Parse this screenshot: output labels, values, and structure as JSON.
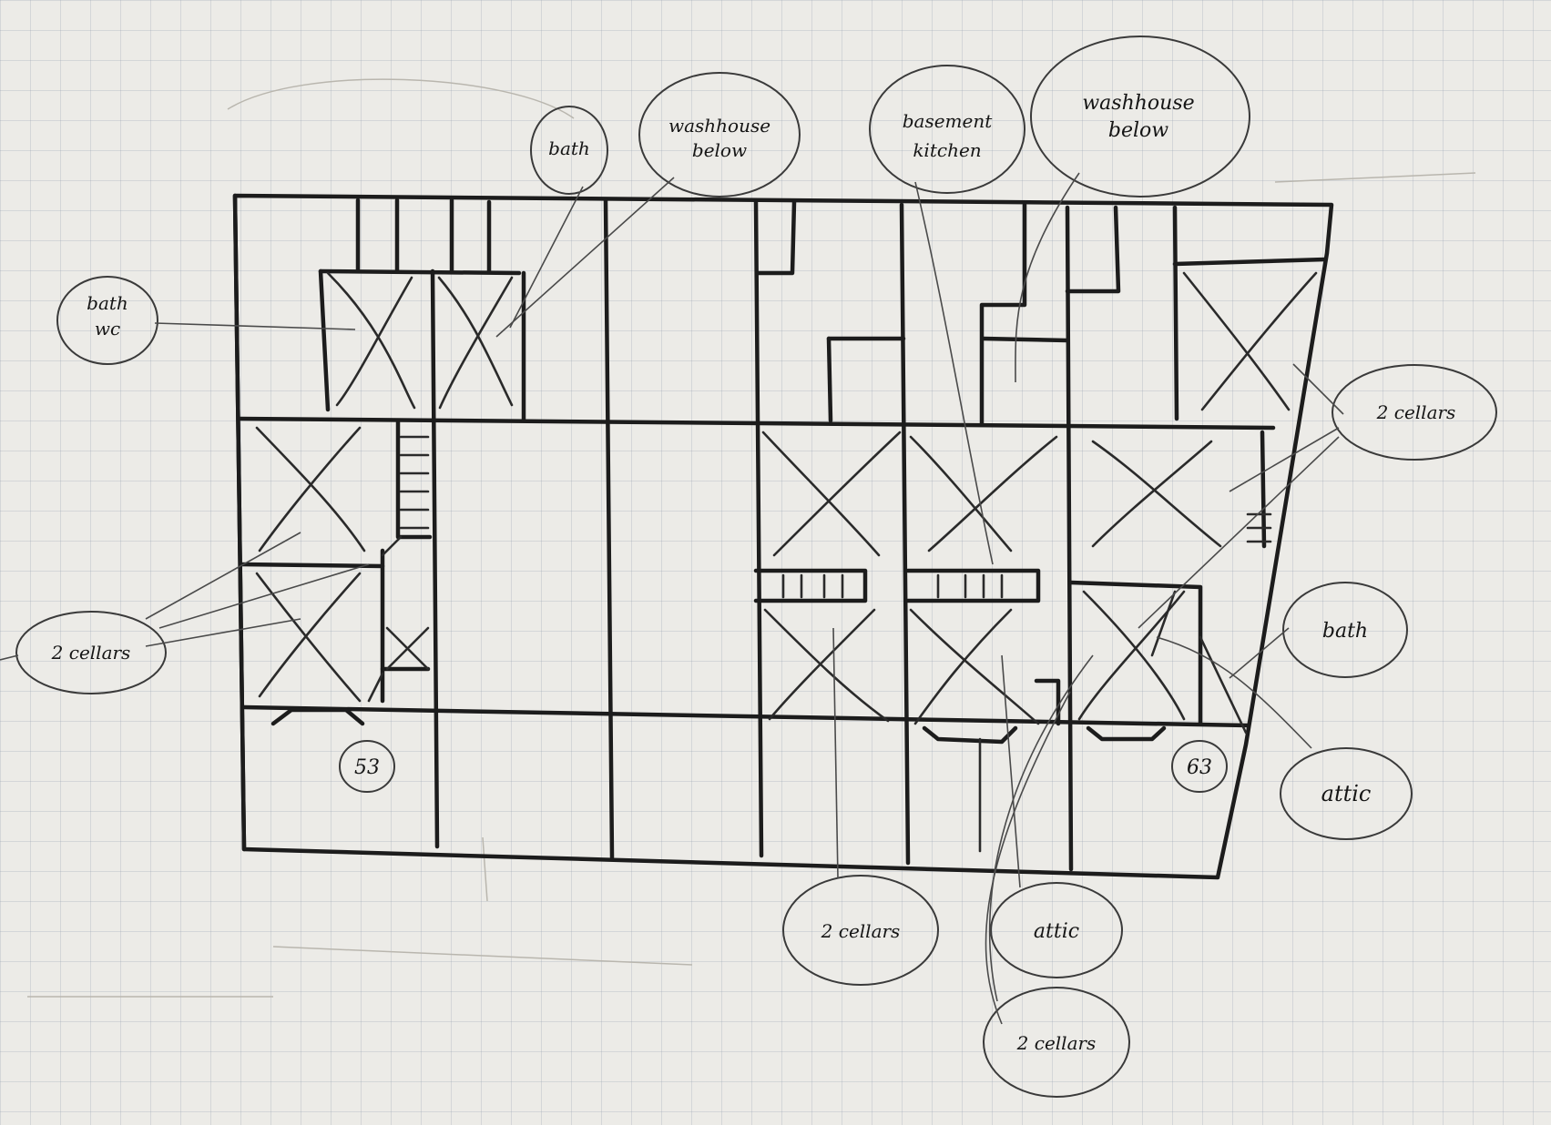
{
  "plan": {
    "labels": {
      "bath_wc": [
        "bath",
        "wc"
      ],
      "bath_top": "bath",
      "washhouse_left": [
        "washhouse",
        "below"
      ],
      "basement_kitchen": [
        "basement",
        "kitchen"
      ],
      "washhouse_right": [
        "washhouse",
        "below"
      ],
      "cellars_left": "2 cellars",
      "cellars_right": "2 cellars",
      "bath_right": "bath",
      "attic_right": "attic",
      "two_cellars_a": "2 cellars",
      "attic_center": "attic",
      "two_cellars_b": "2 cellars"
    },
    "house_numbers": [
      "53",
      "63"
    ]
  }
}
